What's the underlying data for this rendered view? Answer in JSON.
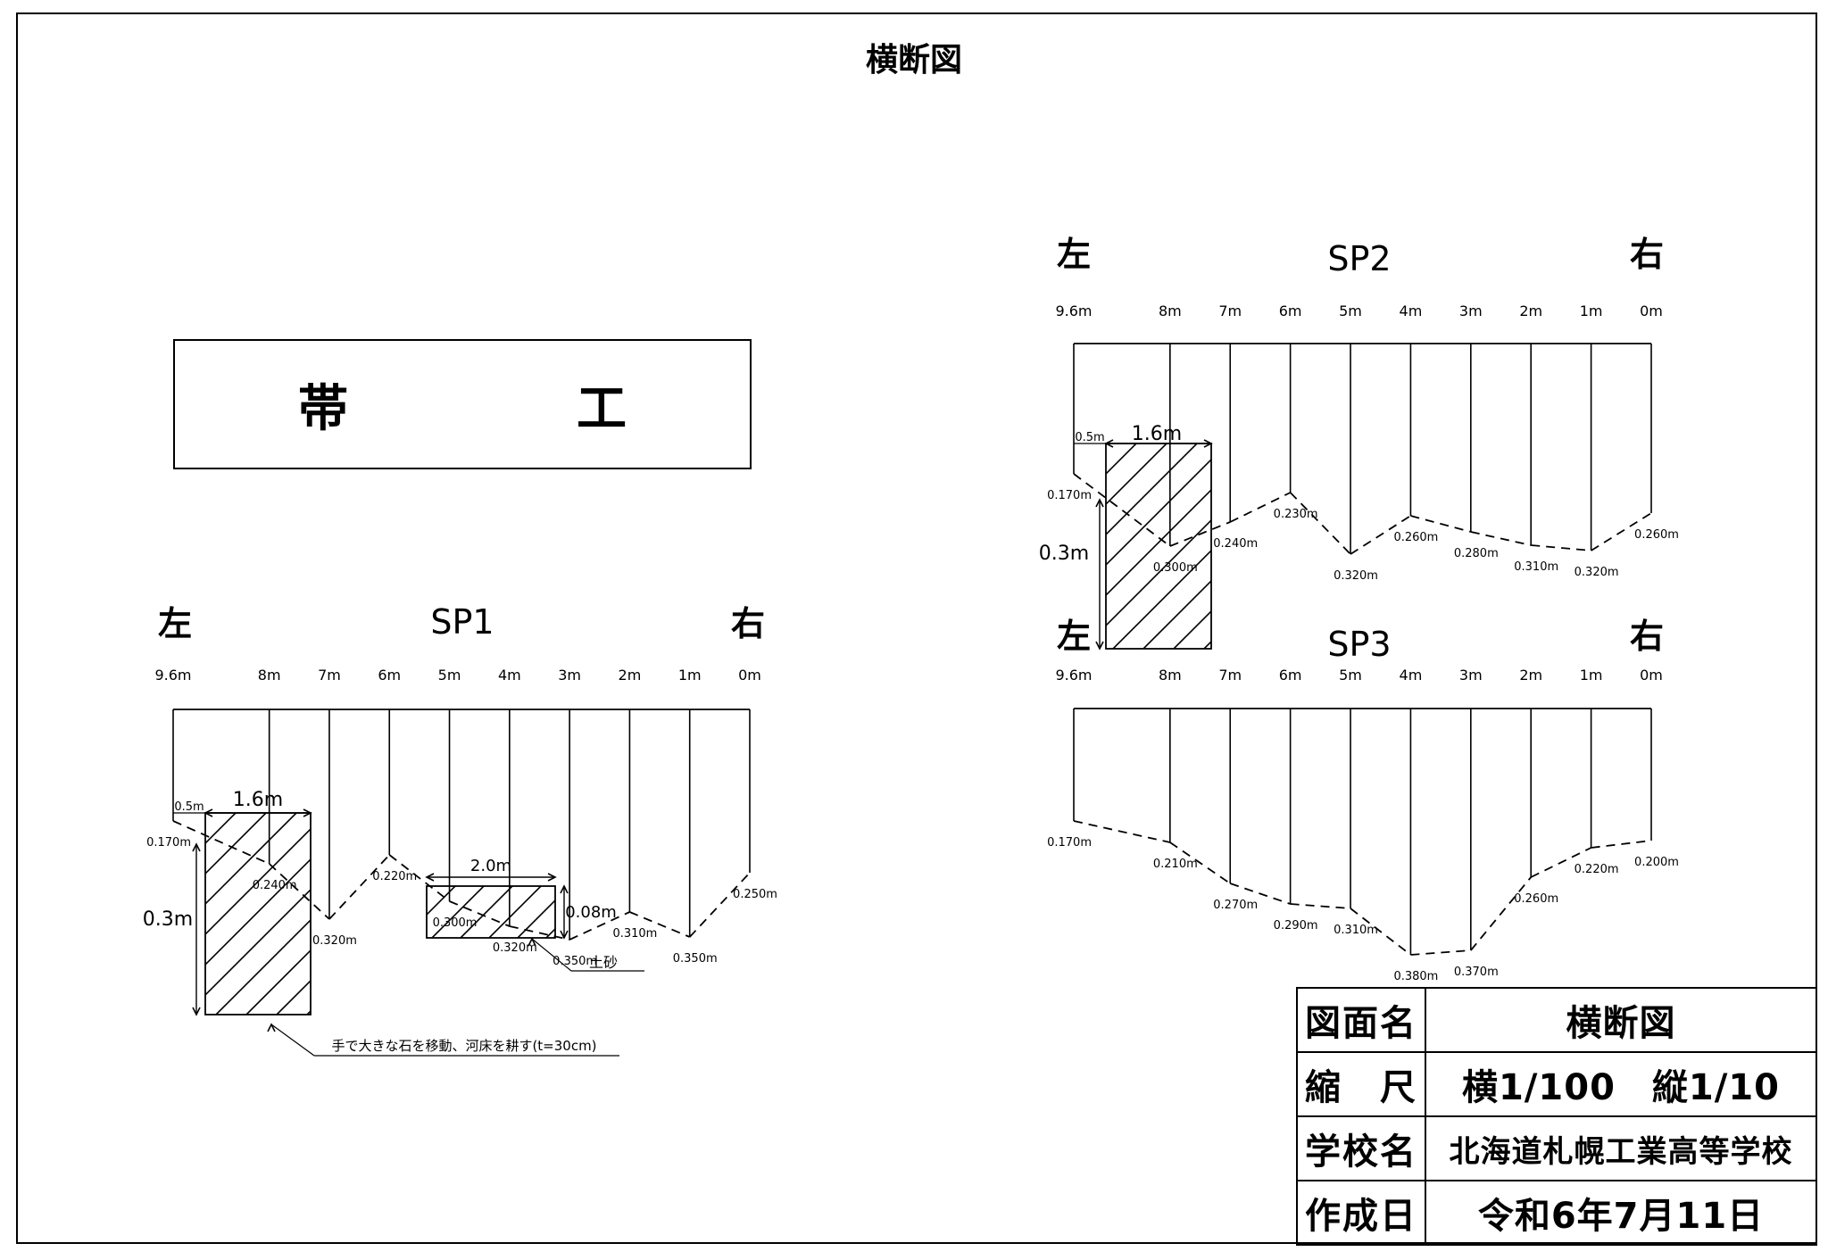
{
  "title": "横断図",
  "work_label": "帯　工",
  "left_label": "左",
  "right_label": "右",
  "distance_ticks": [
    "9.6m",
    "8m",
    "7m",
    "6m",
    "5m",
    "4m",
    "3m",
    "2m",
    "1m",
    "0m"
  ],
  "sections": [
    {
      "name": "SP1",
      "depths": [
        "0.170m",
        "0.240m",
        "0.320m",
        "0.220m",
        "0.300m",
        "0.320m",
        "0.350m",
        "0.310m",
        "0.350m",
        "0.250m"
      ],
      "dims": {
        "left_offset": "0.5m",
        "block_width": "1.6m",
        "block_height": "0.3m",
        "sediment_width": "2.0m",
        "sediment_height": "0.08m"
      },
      "annotations": {
        "sediment": "土砂",
        "note": "手で大きな石を移動、河床を耕す(t=30cm)"
      }
    },
    {
      "name": "SP2",
      "depths": [
        "0.170m",
        "0.300m",
        "0.240m",
        "0.230m",
        "0.320m",
        "0.260m",
        "0.280m",
        "0.310m",
        "0.320m",
        "0.260m"
      ],
      "dims": {
        "left_offset": "0.5m",
        "block_width": "1.6m",
        "block_height": "0.3m"
      }
    },
    {
      "name": "SP3",
      "depths": [
        "0.170m",
        "0.210m",
        "0.270m",
        "0.290m",
        "0.310m",
        "0.380m",
        "0.370m",
        "0.260m",
        "0.220m",
        "0.200m"
      ]
    }
  ],
  "info_table": {
    "rows": [
      {
        "key": "図面名",
        "value": "横断図"
      },
      {
        "key": "縮　尺",
        "value": "横1/100　縦1/10"
      },
      {
        "key": "学校名",
        "value": "北海道札幌工業高等学校"
      },
      {
        "key": "作成日",
        "value": "令和6年7月11日"
      }
    ]
  }
}
